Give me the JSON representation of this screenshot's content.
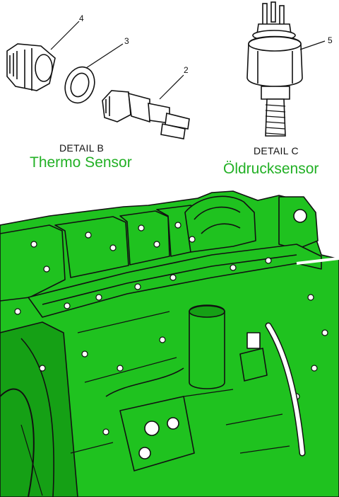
{
  "details": {
    "b": {
      "title": "DETAIL B",
      "label": "Thermo Sensor"
    },
    "c": {
      "title": "DETAIL C",
      "label": "Öldrucksensor"
    }
  },
  "callouts": [
    "4",
    "3",
    "2",
    "5"
  ],
  "colors": {
    "engine_fill": "#1fc21f",
    "engine_dark": "#15a015",
    "line": "#111111",
    "label_green": "#22b025",
    "sensor_white": "#ffffff"
  }
}
